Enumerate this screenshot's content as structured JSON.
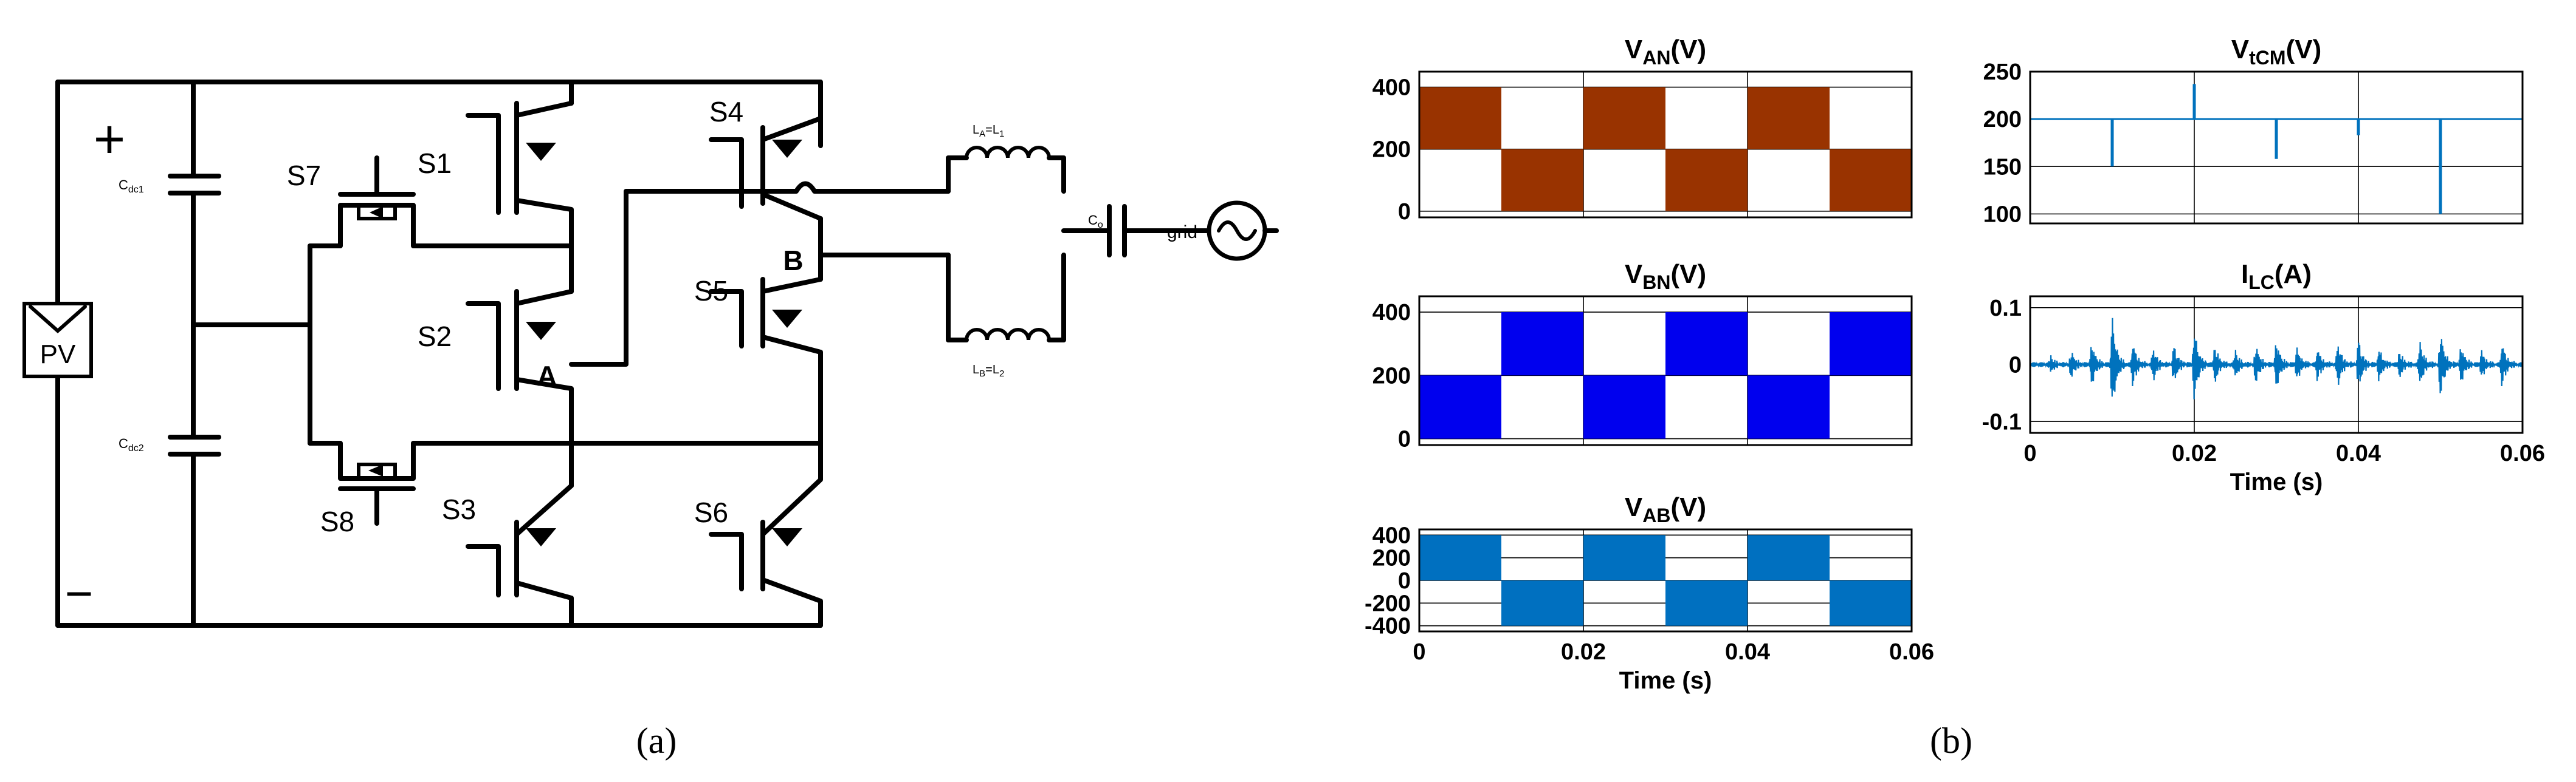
{
  "captions": {
    "a": "(a)",
    "b": "(b)"
  },
  "circuit": {
    "plus_sign": "+",
    "minus_sign": "−",
    "pv_label": "PV",
    "cap_dc1": "C<sub>dc1</sub>",
    "cap_dc2": "C<sub>dc2</sub>",
    "switches": [
      "S1",
      "S2",
      "S3",
      "S4",
      "S5",
      "S6",
      "S7",
      "S8"
    ],
    "node_a": "A",
    "node_b": "B",
    "inductor_top": "L<sub>A</sub>=L<sub>1</sub>",
    "inductor_bottom": "L<sub>B</sub>=L<sub>2</sub>",
    "filter_cap": "C<sub>o</sub>",
    "grid_label": "grid"
  },
  "chart_data": [
    {
      "type": "area",
      "title_main": "V",
      "title_sub": "AN",
      "title_unit": "(V)",
      "xlim": [
        0,
        0.06
      ],
      "ylim": [
        -20,
        450
      ],
      "yticks": [
        0,
        200,
        400
      ],
      "xticks": [
        0,
        0.02,
        0.04,
        0.06
      ],
      "show_xticklabels": false,
      "xlabel": "",
      "color": "#993300",
      "series": [
        {
          "segments": [
            {
              "x0": 0.0,
              "x1": 0.01,
              "low": 200,
              "high": 400
            },
            {
              "x0": 0.01,
              "x1": 0.02,
              "low": 0,
              "high": 200
            },
            {
              "x0": 0.02,
              "x1": 0.03,
              "low": 200,
              "high": 400
            },
            {
              "x0": 0.03,
              "x1": 0.04,
              "low": 0,
              "high": 200
            },
            {
              "x0": 0.04,
              "x1": 0.05,
              "low": 200,
              "high": 400
            },
            {
              "x0": 0.05,
              "x1": 0.06,
              "low": 0,
              "high": 200
            }
          ]
        }
      ]
    },
    {
      "type": "area",
      "title_main": "V",
      "title_sub": "BN",
      "title_unit": "(V)",
      "xlim": [
        0,
        0.06
      ],
      "ylim": [
        -20,
        450
      ],
      "yticks": [
        0,
        200,
        400
      ],
      "xticks": [
        0,
        0.02,
        0.04,
        0.06
      ],
      "show_xticklabels": false,
      "xlabel": "",
      "color": "#0000ee",
      "series": [
        {
          "segments": [
            {
              "x0": 0.0,
              "x1": 0.01,
              "low": 0,
              "high": 200
            },
            {
              "x0": 0.01,
              "x1": 0.02,
              "low": 200,
              "high": 400
            },
            {
              "x0": 0.02,
              "x1": 0.03,
              "low": 0,
              "high": 200
            },
            {
              "x0": 0.03,
              "x1": 0.04,
              "low": 200,
              "high": 400
            },
            {
              "x0": 0.04,
              "x1": 0.05,
              "low": 0,
              "high": 200
            },
            {
              "x0": 0.05,
              "x1": 0.06,
              "low": 200,
              "high": 400
            }
          ]
        }
      ]
    },
    {
      "type": "area",
      "title_main": "V",
      "title_sub": "AB",
      "title_unit": "(V)",
      "xlim": [
        0,
        0.06
      ],
      "ylim": [
        -450,
        450
      ],
      "yticks": [
        -400,
        -200,
        0,
        200,
        400
      ],
      "xticks": [
        0,
        0.02,
        0.04,
        0.06
      ],
      "show_xticklabels": true,
      "xlabel": "Time (s)",
      "color": "#0070c0",
      "series": [
        {
          "segments": [
            {
              "x0": 0.0,
              "x1": 0.01,
              "low": 0,
              "high": 400
            },
            {
              "x0": 0.01,
              "x1": 0.02,
              "low": -400,
              "high": 0
            },
            {
              "x0": 0.02,
              "x1": 0.03,
              "low": 0,
              "high": 400
            },
            {
              "x0": 0.03,
              "x1": 0.04,
              "low": -400,
              "high": 0
            },
            {
              "x0": 0.04,
              "x1": 0.05,
              "low": 0,
              "high": 400
            },
            {
              "x0": 0.05,
              "x1": 0.06,
              "low": -400,
              "high": 0
            }
          ]
        }
      ]
    },
    {
      "type": "line",
      "title_main": "V",
      "title_sub": "tCM",
      "title_unit": "(V)",
      "xlim": [
        0,
        0.06
      ],
      "ylim": [
        90,
        250
      ],
      "yticks": [
        100,
        150,
        200,
        250
      ],
      "xticks": [
        0,
        0.02,
        0.04,
        0.06
      ],
      "show_xticklabels": false,
      "xlabel": "",
      "color": "#0072bd",
      "series": [
        {
          "baseline": 200,
          "spikes": [
            {
              "x": 0.01,
              "y": 150
            },
            {
              "x": 0.02,
              "y": 237
            },
            {
              "x": 0.03,
              "y": 158
            },
            {
              "x": 0.04,
              "y": 183
            },
            {
              "x": 0.05,
              "y": 100
            }
          ]
        }
      ]
    },
    {
      "type": "line",
      "title_main": "I",
      "title_sub": "LC",
      "title_unit": "(A)",
      "xlim": [
        0,
        0.06
      ],
      "ylim": [
        -0.12,
        0.12
      ],
      "yticks": [
        -0.1,
        0,
        0.1
      ],
      "xticks": [
        0,
        0.02,
        0.04,
        0.06
      ],
      "show_xticklabels": true,
      "xlabel": "Time (s)",
      "color": "#0072bd",
      "series": [
        {
          "period": 0.0025,
          "bursts": [
            {
              "x": 0.0025,
              "a": 0.015
            },
            {
              "x": 0.005,
              "a": 0.025
            },
            {
              "x": 0.0075,
              "a": 0.04
            },
            {
              "x": 0.01,
              "a": 0.085
            },
            {
              "x": 0.0125,
              "a": 0.04
            },
            {
              "x": 0.015,
              "a": 0.03
            },
            {
              "x": 0.0175,
              "a": 0.035
            },
            {
              "x": 0.02,
              "a": 0.065
            },
            {
              "x": 0.0225,
              "a": 0.035
            },
            {
              "x": 0.025,
              "a": 0.025
            },
            {
              "x": 0.0275,
              "a": 0.035
            },
            {
              "x": 0.03,
              "a": 0.045
            },
            {
              "x": 0.0325,
              "a": 0.03
            },
            {
              "x": 0.035,
              "a": 0.03
            },
            {
              "x": 0.0375,
              "a": 0.04
            },
            {
              "x": 0.04,
              "a": 0.045
            },
            {
              "x": 0.0425,
              "a": 0.03
            },
            {
              "x": 0.045,
              "a": 0.025
            },
            {
              "x": 0.0475,
              "a": 0.04
            },
            {
              "x": 0.05,
              "a": 0.06
            },
            {
              "x": 0.0525,
              "a": 0.035
            },
            {
              "x": 0.055,
              "a": 0.025
            },
            {
              "x": 0.0575,
              "a": 0.04
            }
          ]
        }
      ]
    }
  ]
}
